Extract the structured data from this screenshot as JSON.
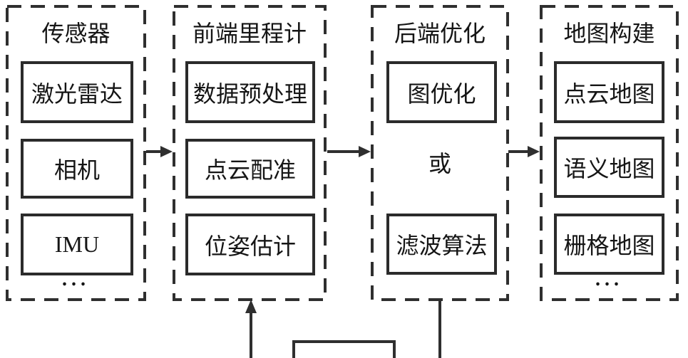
{
  "diagram": {
    "title_meaning": "SLAM system pipeline flowchart",
    "columns": [
      {
        "title": "传感器",
        "items": [
          "激光雷达",
          "相机",
          "IMU"
        ],
        "ellipsis": "..."
      },
      {
        "title": "前端里程计",
        "items": [
          "数据预处理",
          "点云配准",
          "位姿估计"
        ]
      },
      {
        "title": "后端优化",
        "items": [
          "图优化",
          "滤波算法"
        ],
        "or_label": "或"
      },
      {
        "title": "地图构建",
        "items": [
          "点云地图",
          "语义地图",
          "栅格地图"
        ],
        "ellipsis": "..."
      }
    ],
    "colors": {
      "line": "#2f2f2f",
      "text": "#151515",
      "background": "#ffffff"
    }
  }
}
